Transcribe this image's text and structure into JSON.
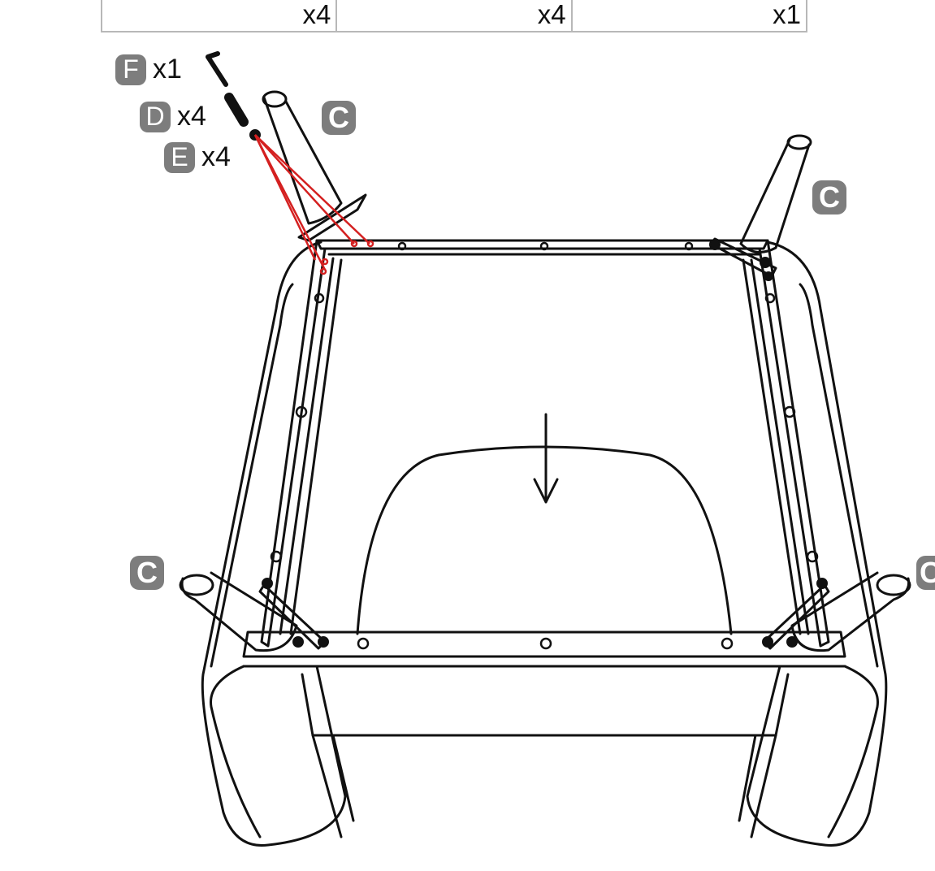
{
  "parts_table": {
    "quantities": [
      "x4",
      "x4",
      "x1"
    ]
  },
  "hardware": [
    {
      "letter": "F",
      "qty": "x1",
      "icon": "allen-key-icon"
    },
    {
      "letter": "D",
      "qty": "x4",
      "icon": "bolt-icon"
    },
    {
      "letter": "E",
      "qty": "x4",
      "icon": "washer-icon"
    }
  ],
  "leg_labels": [
    "C",
    "C",
    "C",
    "C"
  ],
  "colors": {
    "badge": "#7d7d7d",
    "line": "#111111",
    "highlight": "#d42020",
    "table_border": "#b8b8b8"
  }
}
